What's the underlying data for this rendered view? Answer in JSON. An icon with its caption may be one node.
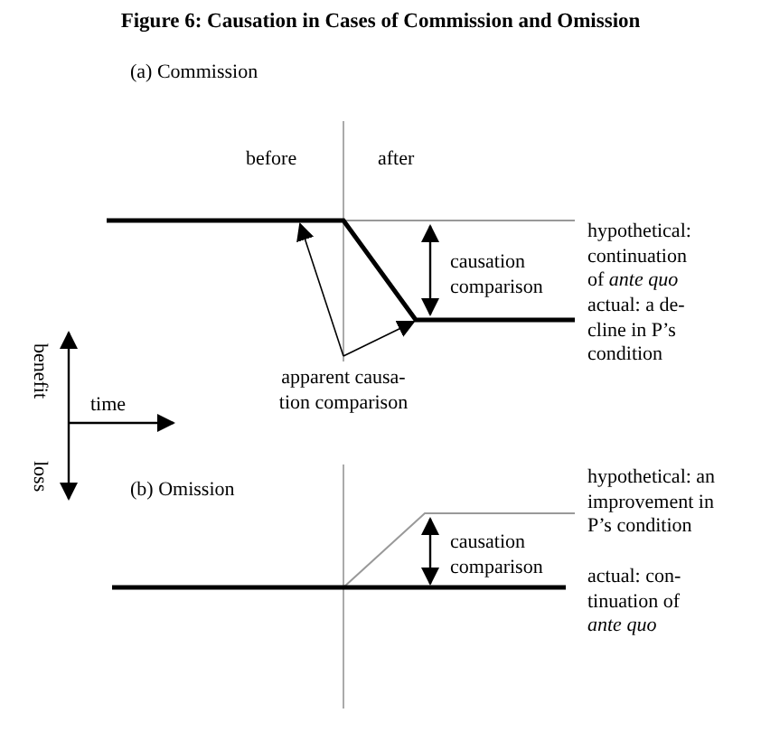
{
  "diagram": {
    "title": "Figure 6: Causation in Cases of Commission and Omission",
    "labels": [
      "(a) Commission",
      "before",
      "after",
      "hypothetical: continuation of *ante quo*",
      "causation comparison",
      "actual: a de- cline in P’s condition",
      "benefit",
      "time",
      "apparent causa- tion comparison",
      "loss",
      "(b) Omission",
      "hypothetical: an improvement in P’s condition",
      "causation comparison",
      "actual: con- tinuation of *ante quo*"
    ]
  }
}
